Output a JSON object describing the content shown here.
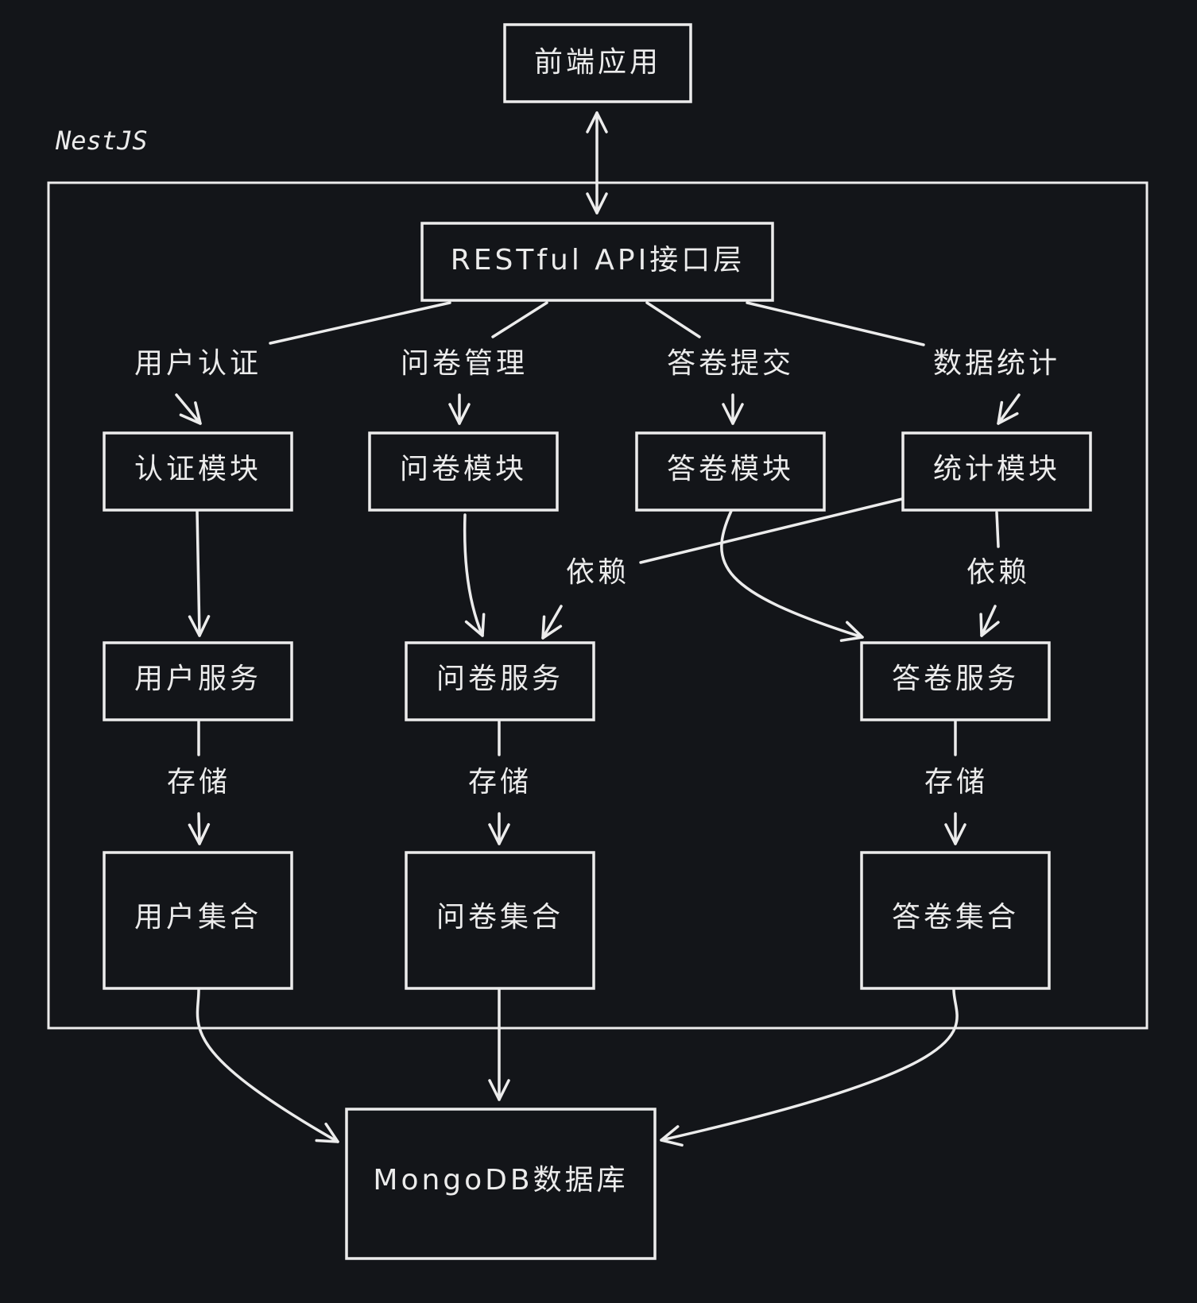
{
  "container": {
    "label": "NestJS"
  },
  "nodes": {
    "frontend": "前端应用",
    "api_layer": "RESTful API接口层",
    "auth_module": "认证模块",
    "survey_module": "问卷模块",
    "answer_module": "答卷模块",
    "stats_module": "统计模块",
    "user_service": "用户服务",
    "survey_service": "问卷服务",
    "answer_service": "答卷服务",
    "user_collection": "用户集合",
    "survey_collection": "问卷集合",
    "answer_collection": "答卷集合",
    "database": "MongoDB数据库"
  },
  "edges": {
    "api_to_auth": "用户认证",
    "api_to_survey": "问卷管理",
    "api_to_answer": "答卷提交",
    "api_to_stats": "数据统计",
    "stats_to_survey_service": "依赖",
    "stats_to_answer_service": "依赖",
    "user_store": "存储",
    "survey_store": "存储",
    "answer_store": "存储"
  },
  "colors": {
    "background": "#131519",
    "stroke": "#ececec"
  }
}
